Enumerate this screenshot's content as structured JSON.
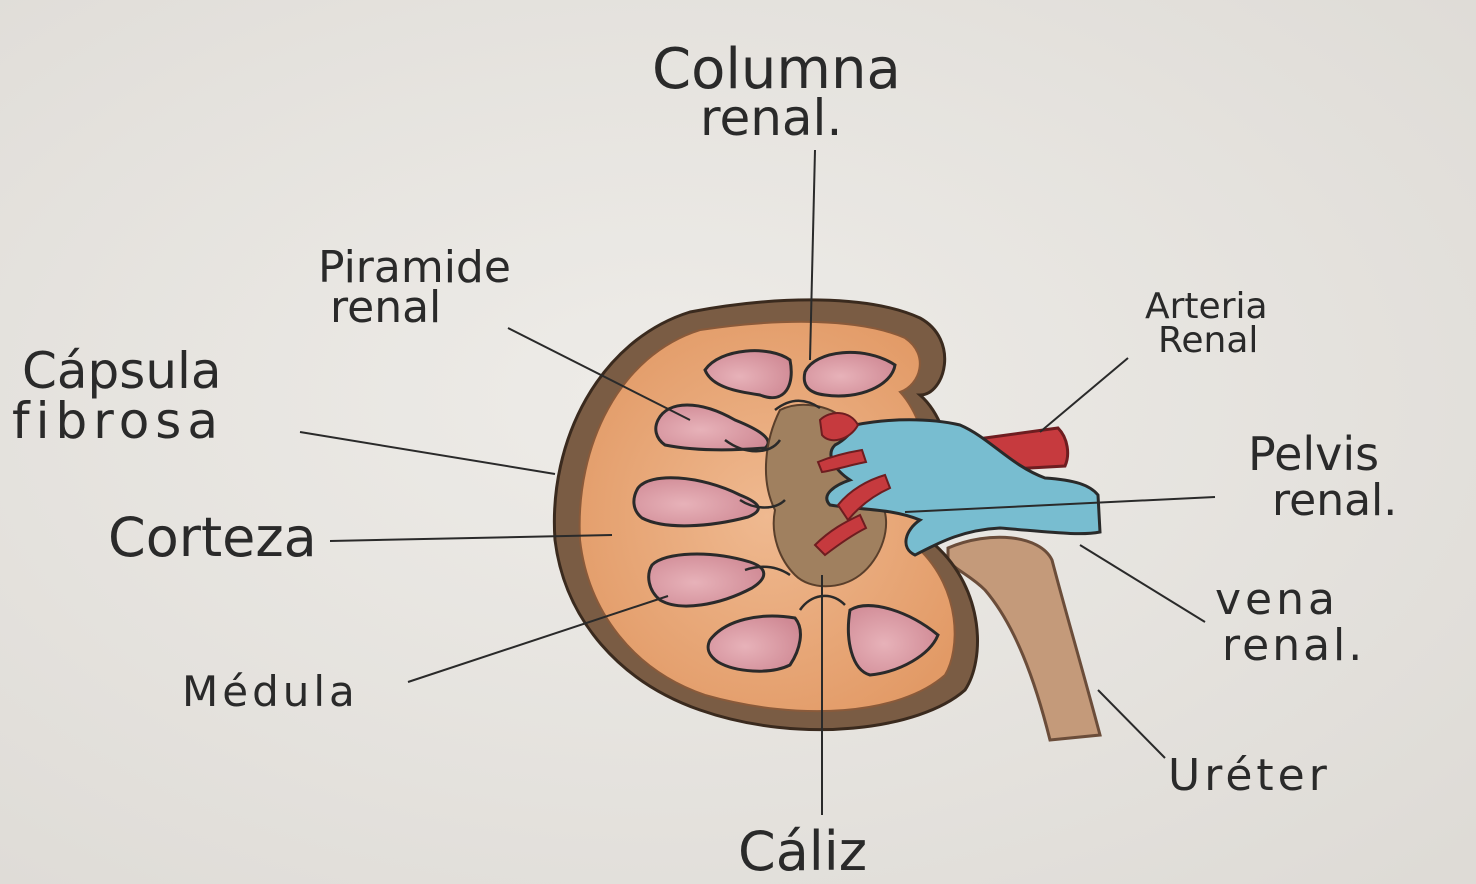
{
  "diagram": {
    "labels": {
      "columna_renal": [
        "Columna",
        "renal."
      ],
      "piramide_renal": [
        "Piramide",
        "renal"
      ],
      "capsula_fibrosa": [
        "Cápsula",
        "fibrosa"
      ],
      "corteza": "Corteza",
      "medula": "Médula",
      "caliz": "Cáliz",
      "arteria_renal": [
        "Arteria",
        "Renal"
      ],
      "pelvis_renal": [
        "Pelvis",
        "renal."
      ],
      "vena_renal": [
        "vena",
        "renal."
      ],
      "ureter": "Uréter"
    },
    "colors": {
      "paper": "#e6e4e0",
      "capsule": "#7a5c44",
      "cortex": "#e9a978",
      "pyramid": "#dca2aa",
      "artery": "#c63a3e",
      "vein": "#78bdd0",
      "ureter": "#c49a7a",
      "ink": "#2a2a2a"
    }
  }
}
